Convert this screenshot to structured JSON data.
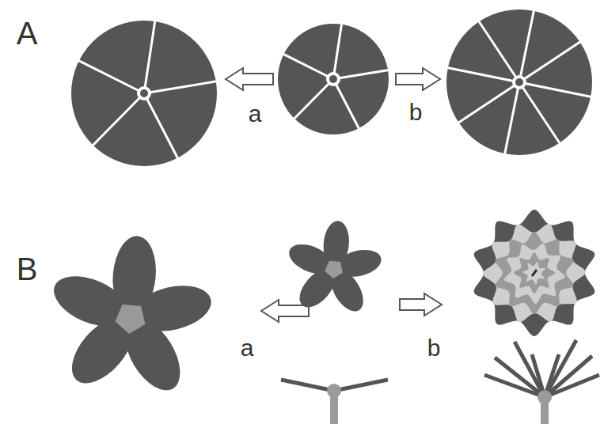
{
  "diagram": {
    "labels": [
      "A",
      "a",
      "b",
      "B",
      "a",
      "b"
    ]
  }
}
